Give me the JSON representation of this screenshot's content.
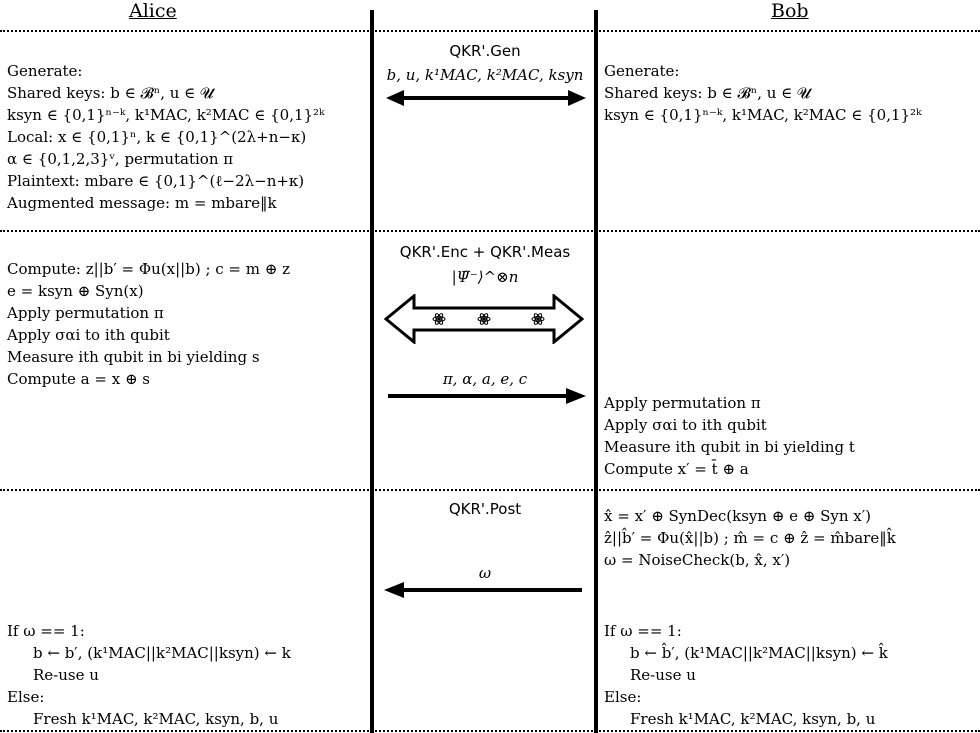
{
  "headers": {
    "alice": "Alice",
    "bob": "Bob"
  },
  "phases": {
    "gen": {
      "title": "QKR'.Gen",
      "message": "b, u, k¹MAC, k²MAC, ksyn",
      "alice": [
        "Generate:",
        "Shared keys: b ∈ 𝓑ⁿ, u ∈ 𝓤",
        "ksyn ∈ {0,1}ⁿ⁻ᵏ, k¹MAC, k²MAC ∈ {0,1}²ᵏ",
        "Local: x ∈ {0,1}ⁿ, k ∈ {0,1}^(2λ+n−κ)",
        "α ∈ {0,1,2,3}ᵛ, permutation π",
        "Plaintext: mbare ∈ {0,1}^(ℓ−2λ−n+κ)",
        "Augmented message: m = mbare‖k"
      ],
      "bob": [
        "Generate:",
        "Shared keys: b ∈ 𝓑ⁿ, u ∈ 𝓤",
        "ksyn ∈ {0,1}ⁿ⁻ᵏ, k¹MAC, k²MAC ∈ {0,1}²ᵏ"
      ]
    },
    "enc": {
      "title": "QKR'.Enc + QKR'.Meas",
      "state_label": "|Ψ̃⁻⟩^⊗n",
      "message": "π, α, a, e, c",
      "alice": [
        "Compute: z||b′ = Φu(x||b) ; c = m ⊕ z",
        "e = ksyn ⊕ Syn(x)",
        "Apply permutation π",
        "Apply σαi to ith qubit",
        "Measure ith qubit in bi yielding s",
        "Compute a = x ⊕ s"
      ],
      "bob": [
        "Apply permutation π",
        "Apply σαi to ith qubit",
        "Measure ith qubit in bi yielding t",
        "Compute x′ = t̄ ⊕ a"
      ]
    },
    "post": {
      "title": "QKR'.Post",
      "message": "ω",
      "bob_top": [
        "x̂ = x′ ⊕ SynDec(ksyn ⊕ e ⊕ Syn x′)",
        "ẑ||b̂′ = Φu(x̂||b) ; m̂ = c ⊕ ẑ = m̂bare‖k̂",
        "ω = NoiseCheck(b, x̂, x′)"
      ],
      "alice": [
        "If ω == 1:",
        "b ← b′, (k¹MAC||k²MAC||ksyn) ← k",
        "Re-use u",
        "Else:",
        "Fresh k¹MAC, k²MAC, ksyn, b, u"
      ],
      "bob_bottom": [
        "If ω == 1:",
        "b ← b̂′, (k¹MAC||k²MAC||ksyn) ← k̂",
        "Re-use u",
        "Else:",
        "Fresh k¹MAC, k²MAC, ksyn, b, u"
      ]
    }
  }
}
